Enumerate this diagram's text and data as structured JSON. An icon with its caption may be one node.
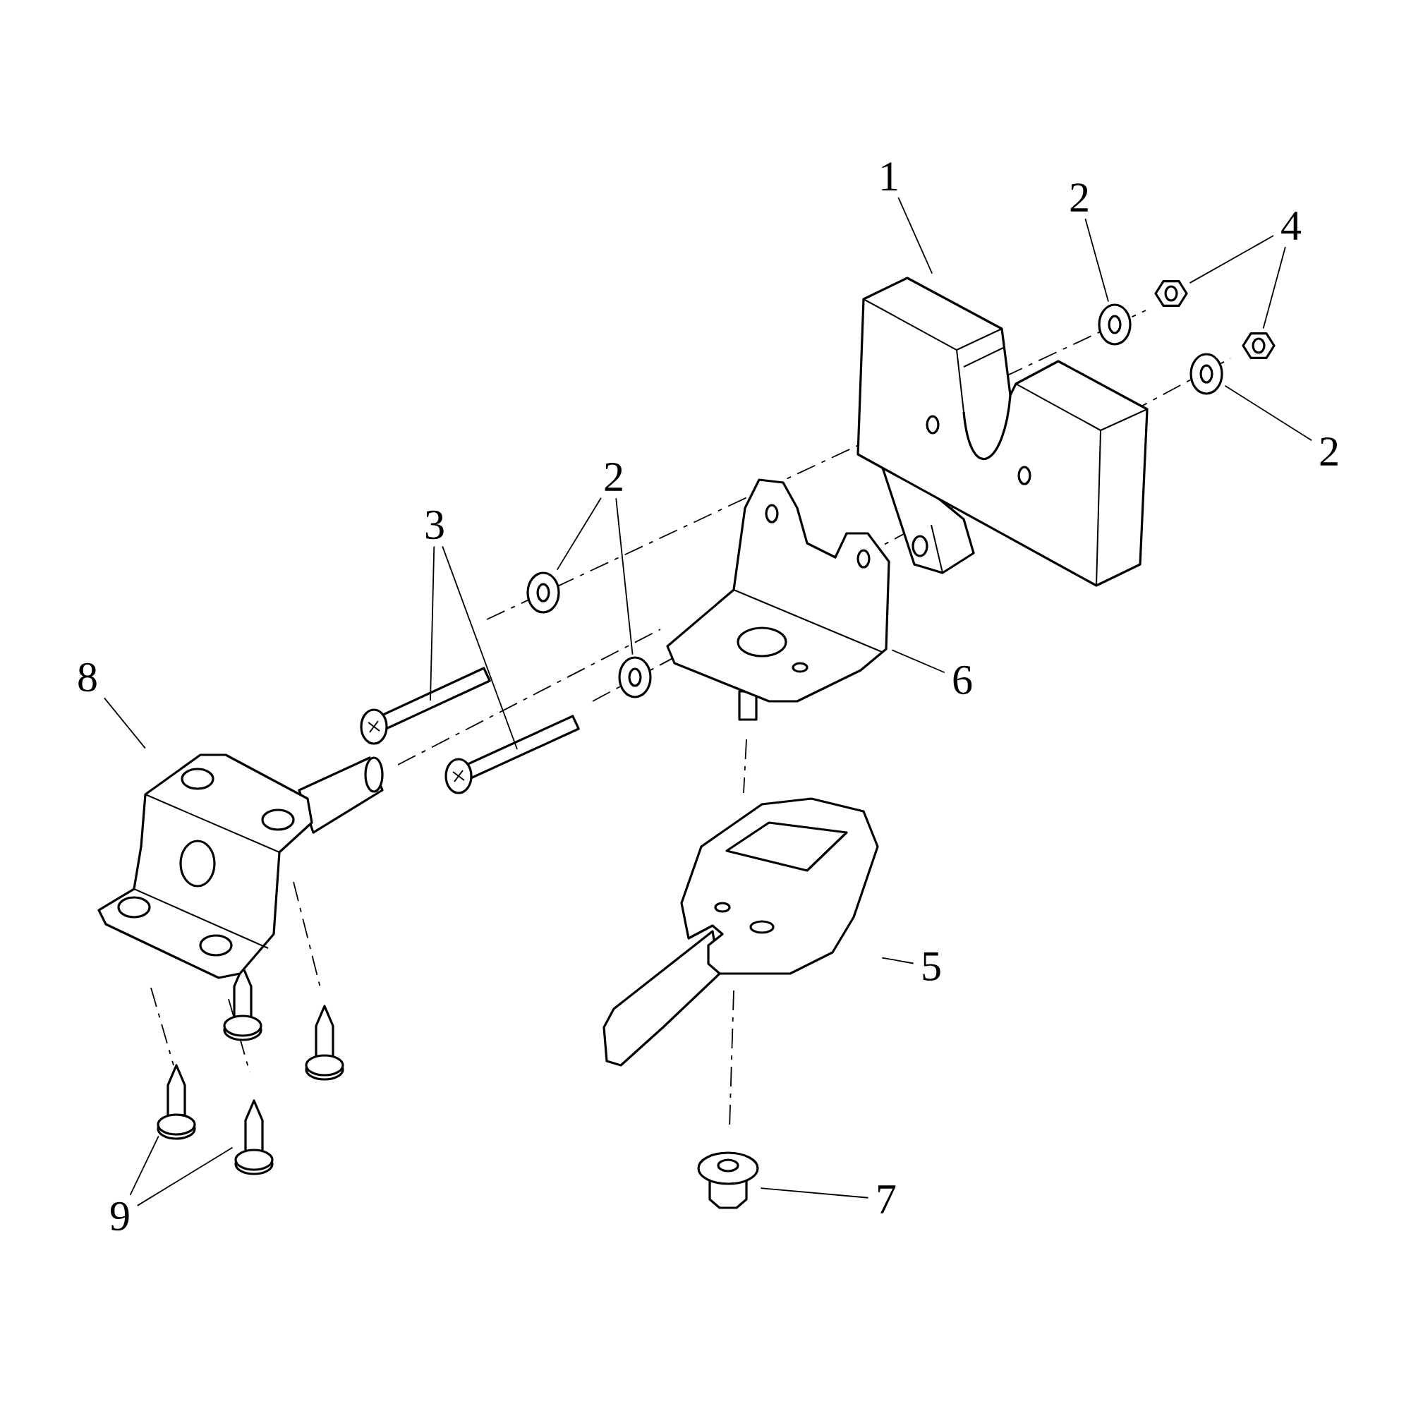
{
  "diagram": {
    "nodes": [
      {
        "text": [
          "1"
        ]
      },
      {
        "text": [],
        "shape": "picture"
      },
      {
        "text": [
          "2"
        ]
      },
      {
        "text": [],
        "shape": "picture"
      },
      {
        "text": [
          "4"
        ]
      },
      {
        "text": [],
        "shape": "picture"
      },
      {
        "text": [],
        "shape": "picture"
      },
      {
        "text": [
          "2"
        ]
      },
      {
        "text": [],
        "shape": "picture"
      },
      {
        "text": [
          "2"
        ]
      },
      {
        "text": [],
        "shape": "picture"
      },
      {
        "text": [],
        "shape": "picture"
      },
      {
        "text": [
          "3"
        ]
      },
      {
        "text": [],
        "shape": "picture"
      },
      {
        "text": [],
        "shape": "picture"
      },
      {
        "text": [
          "8"
        ]
      },
      {
        "text": [],
        "shape": "picture"
      },
      {
        "text": [
          "6"
        ]
      },
      {
        "text": [],
        "shape": "picture"
      },
      {
        "text": [
          "5"
        ]
      },
      {
        "text": [],
        "shape": "picture"
      },
      {
        "text": [
          "7"
        ]
      },
      {
        "text": [],
        "shape": "picture"
      },
      {
        "text": [
          "9"
        ]
      },
      {
        "text": [],
        "shape": "picture"
      },
      {
        "text": [],
        "shape": "picture"
      }
    ],
    "edges": [
      {
        "from": 0,
        "to": 1,
        "arrow": "none"
      },
      {
        "from": 2,
        "to": 3,
        "arrow": "none"
      },
      {
        "from": 4,
        "to": 5,
        "arrow": "none"
      },
      {
        "from": 4,
        "to": 6,
        "arrow": "none"
      },
      {
        "from": 7,
        "to": 8,
        "arrow": "none"
      },
      {
        "from": 9,
        "to": 10,
        "arrow": "none"
      },
      {
        "from": 9,
        "to": 11,
        "arrow": "none"
      },
      {
        "from": 12,
        "to": 13,
        "arrow": "none"
      },
      {
        "from": 12,
        "to": 14,
        "arrow": "none"
      },
      {
        "from": 15,
        "to": 16,
        "arrow": "none"
      },
      {
        "from": 17,
        "to": 18,
        "arrow": "none"
      },
      {
        "from": 19,
        "to": 20,
        "arrow": "none"
      },
      {
        "from": 21,
        "to": 22,
        "arrow": "none"
      },
      {
        "from": 23,
        "to": 24,
        "arrow": "none"
      },
      {
        "from": 23,
        "to": 25,
        "arrow": "none"
      }
    ]
  }
}
